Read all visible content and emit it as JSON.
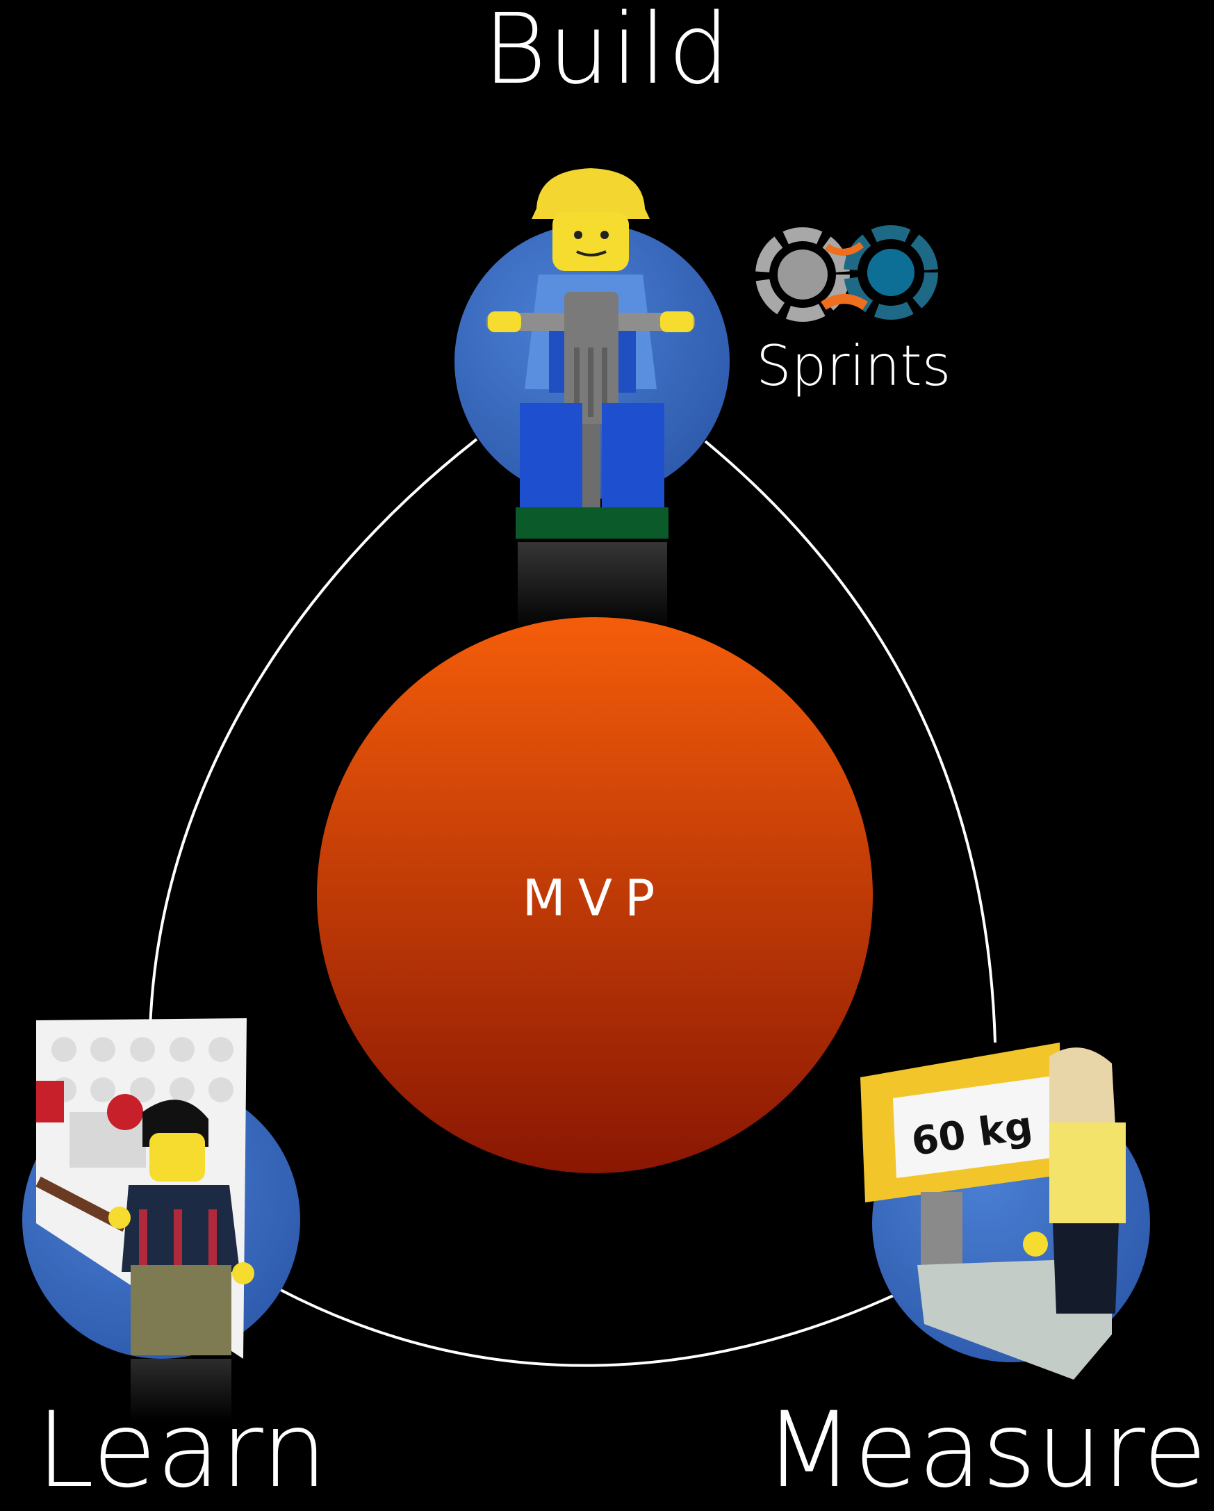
{
  "labels": {
    "build": "Build",
    "measure": "Measure",
    "learn": "Learn",
    "sprints": "Sprints",
    "center": "MVP"
  },
  "colors": {
    "background": "#000000",
    "loop_line": "#ffffff",
    "node_blue": "#2f5fb8",
    "center_top": "#f45d0a",
    "center_bottom": "#8a1703"
  },
  "icons": {
    "build_figure": "worker-with-jackhammer-figure",
    "learn_figure": "teacher-with-board-figure",
    "measure_figure": "person-on-scale-figure",
    "sprints": "double-cycle-arrows-icon"
  },
  "scale_text": "60 kg"
}
